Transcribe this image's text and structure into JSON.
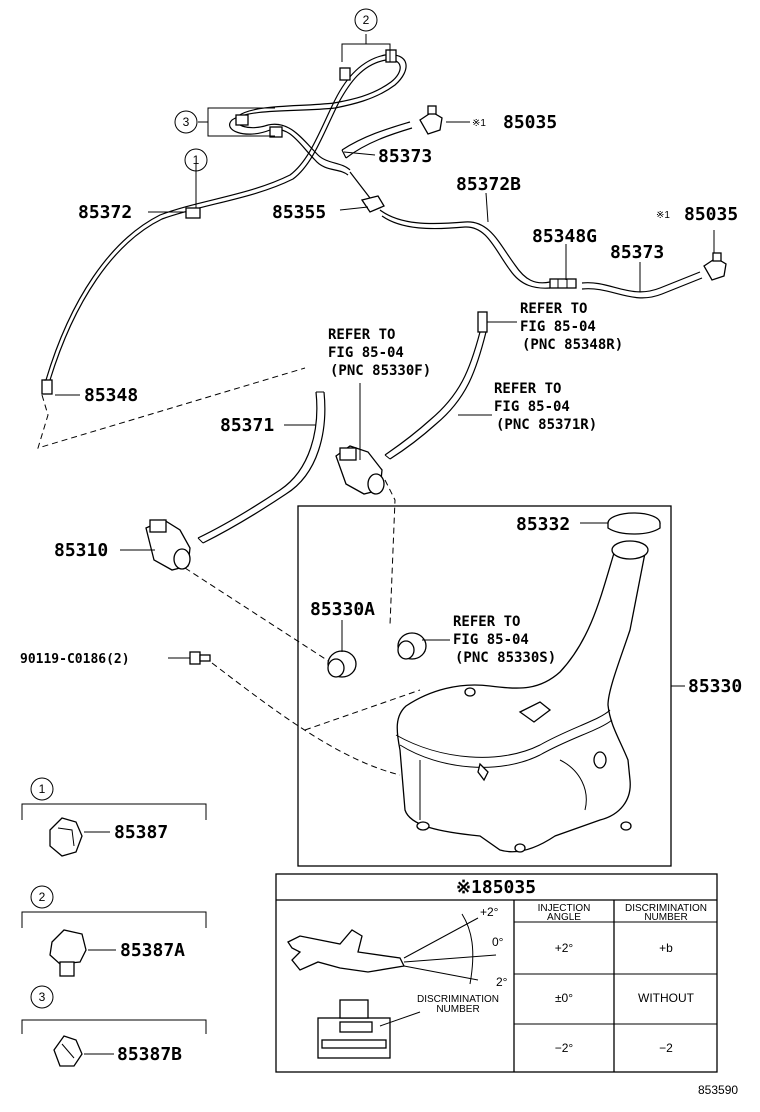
{
  "labels": {
    "p85035_a": "85035",
    "p85035_b": "85035",
    "star_mark_a": "※1",
    "star_mark_b": "※1",
    "p85373_a": "85373",
    "p85373_b": "85373",
    "p85372": "85372",
    "p85372B": "85372B",
    "p85355": "85355",
    "p85348G": "85348G",
    "p85348": "85348",
    "p85371": "85371",
    "p85310": "85310",
    "p85332": "85332",
    "p85330A": "85330A",
    "p85330": "85330",
    "p90119": "90119-C0186(2)",
    "p85387": "85387",
    "p85387A": "85387A",
    "p85387B": "85387B",
    "figure_id": "853590"
  },
  "callouts": {
    "c1": "1",
    "c2": "2",
    "c3": "3",
    "c1_hose": "1",
    "c2_hose": "2",
    "c3_hose": "3"
  },
  "references": {
    "r1": [
      "REFER TO",
      "FIG 85-04",
      "(PNC 85348R)"
    ],
    "r2": [
      "REFER TO",
      "FIG 85-04",
      "(PNC 85330F)"
    ],
    "r3": [
      "REFER TO",
      "FIG 85-04",
      "(PNC 85371R)"
    ],
    "r4": [
      "REFER TO",
      "FIG 85-04",
      "(PNC 85330S)"
    ]
  },
  "table": {
    "title": "※185035",
    "angle_top": "+2°",
    "angle_mid": "0°",
    "angle_bot": "2°",
    "disc_label": [
      "DISCRIMINATION",
      "NUMBER"
    ],
    "headers": [
      [
        "INJECTION",
        "ANGLE"
      ],
      [
        "DISCRIMINATION",
        "NUMBER"
      ]
    ],
    "rows": [
      [
        "+2°",
        "+b"
      ],
      [
        "±0°",
        "WITHOUT"
      ],
      [
        "−2°",
        "−2"
      ]
    ]
  }
}
